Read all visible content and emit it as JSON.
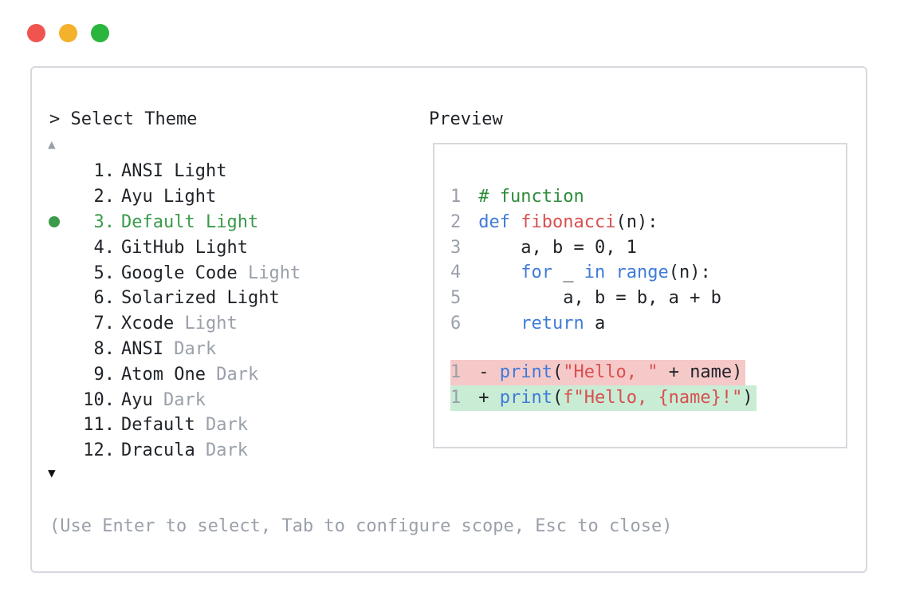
{
  "window_controls": {
    "close_color": "#f0544f",
    "minimize_color": "#f3b12c",
    "maximize_color": "#2ab63c"
  },
  "selector": {
    "title": "> Select Theme",
    "scroll_up_glyph": "▲",
    "scroll_down_glyph": "▼",
    "items": [
      {
        "num": "1.",
        "name": "ANSI",
        "variant": "Light",
        "variant_muted": false,
        "selected": false
      },
      {
        "num": "2.",
        "name": "Ayu",
        "variant": "Light",
        "variant_muted": false,
        "selected": false
      },
      {
        "num": "3.",
        "name": "Default",
        "variant": "Light",
        "variant_muted": false,
        "selected": true
      },
      {
        "num": "4.",
        "name": "GitHub",
        "variant": "Light",
        "variant_muted": false,
        "selected": false
      },
      {
        "num": "5.",
        "name": "Google Code",
        "variant": "Light",
        "variant_muted": true,
        "selected": false
      },
      {
        "num": "6.",
        "name": "Solarized",
        "variant": "Light",
        "variant_muted": false,
        "selected": false
      },
      {
        "num": "7.",
        "name": "Xcode",
        "variant": "Light",
        "variant_muted": true,
        "selected": false
      },
      {
        "num": "8.",
        "name": "ANSI",
        "variant": "Dark",
        "variant_muted": true,
        "selected": false
      },
      {
        "num": "9.",
        "name": "Atom One",
        "variant": "Dark",
        "variant_muted": true,
        "selected": false
      },
      {
        "num": "10.",
        "name": "Ayu",
        "variant": "Dark",
        "variant_muted": true,
        "selected": false
      },
      {
        "num": "11.",
        "name": "Default",
        "variant": "Dark",
        "variant_muted": true,
        "selected": false
      },
      {
        "num": "12.",
        "name": "Dracula",
        "variant": "Dark",
        "variant_muted": true,
        "selected": false
      }
    ]
  },
  "preview": {
    "label": "Preview",
    "code_lines": [
      {
        "ln": "1",
        "tokens": [
          {
            "t": "# function",
            "c": "comment"
          }
        ]
      },
      {
        "ln": "2",
        "tokens": [
          {
            "t": "def ",
            "c": "kw"
          },
          {
            "t": "fibonacci",
            "c": "fn"
          },
          {
            "t": "(n):",
            "c": "plain"
          }
        ]
      },
      {
        "ln": "3",
        "tokens": [
          {
            "t": "    a, b = 0, 1",
            "c": "plain"
          }
        ]
      },
      {
        "ln": "4",
        "tokens": [
          {
            "t": "    ",
            "c": "plain"
          },
          {
            "t": "for",
            "c": "kw"
          },
          {
            "t": " _ ",
            "c": "plain"
          },
          {
            "t": "in",
            "c": "kw"
          },
          {
            "t": " ",
            "c": "plain"
          },
          {
            "t": "range",
            "c": "blue"
          },
          {
            "t": "(n):",
            "c": "plain"
          }
        ]
      },
      {
        "ln": "5",
        "tokens": [
          {
            "t": "        a, b = b, a + b",
            "c": "plain"
          }
        ]
      },
      {
        "ln": "6",
        "tokens": [
          {
            "t": "    ",
            "c": "plain"
          },
          {
            "t": "return",
            "c": "kw"
          },
          {
            "t": " a",
            "c": "plain"
          }
        ]
      }
    ],
    "diff_lines": [
      {
        "kind": "del",
        "ln": "1",
        "sign": "-",
        "tokens": [
          {
            "t": "print",
            "c": "blue"
          },
          {
            "t": "(",
            "c": "plain"
          },
          {
            "t": "\"Hello, \"",
            "c": "str"
          },
          {
            "t": " + name)",
            "c": "plain"
          }
        ]
      },
      {
        "kind": "add",
        "ln": "1",
        "sign": "+",
        "tokens": [
          {
            "t": "print",
            "c": "blue"
          },
          {
            "t": "(",
            "c": "plain"
          },
          {
            "t": "f\"Hello, {name}!\"",
            "c": "str"
          },
          {
            "t": ")",
            "c": "plain"
          }
        ]
      }
    ]
  },
  "hint": "(Use Enter to select, Tab to configure scope, Esc to close)"
}
